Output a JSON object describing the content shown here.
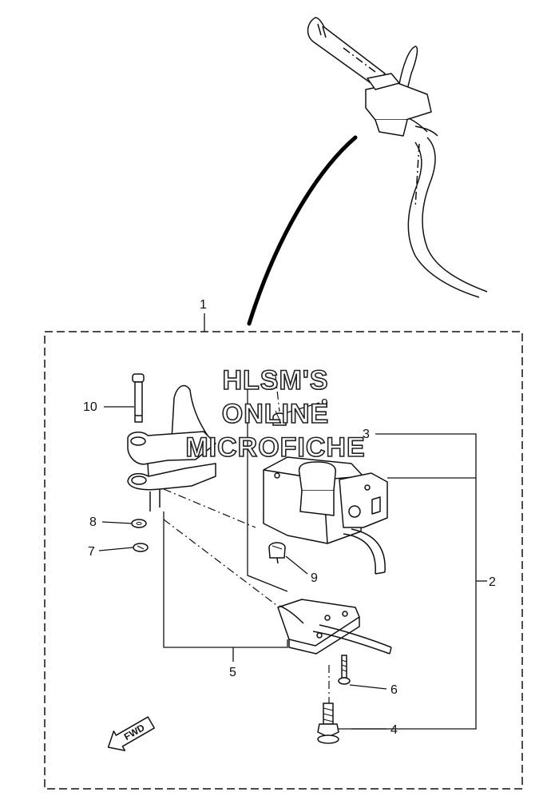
{
  "watermark": {
    "line1": "HLSM'S",
    "line2": "ONLINE",
    "line3": "MICROFICHE"
  },
  "direction_arrow": {
    "text": "FWD"
  },
  "callouts": {
    "c1": "1",
    "c2": "2",
    "c3": "3",
    "c4": "4",
    "c5": "5",
    "c6": "6",
    "c7": "7",
    "c8": "8",
    "c9a": "9",
    "c9b": "9",
    "c10": "10"
  }
}
